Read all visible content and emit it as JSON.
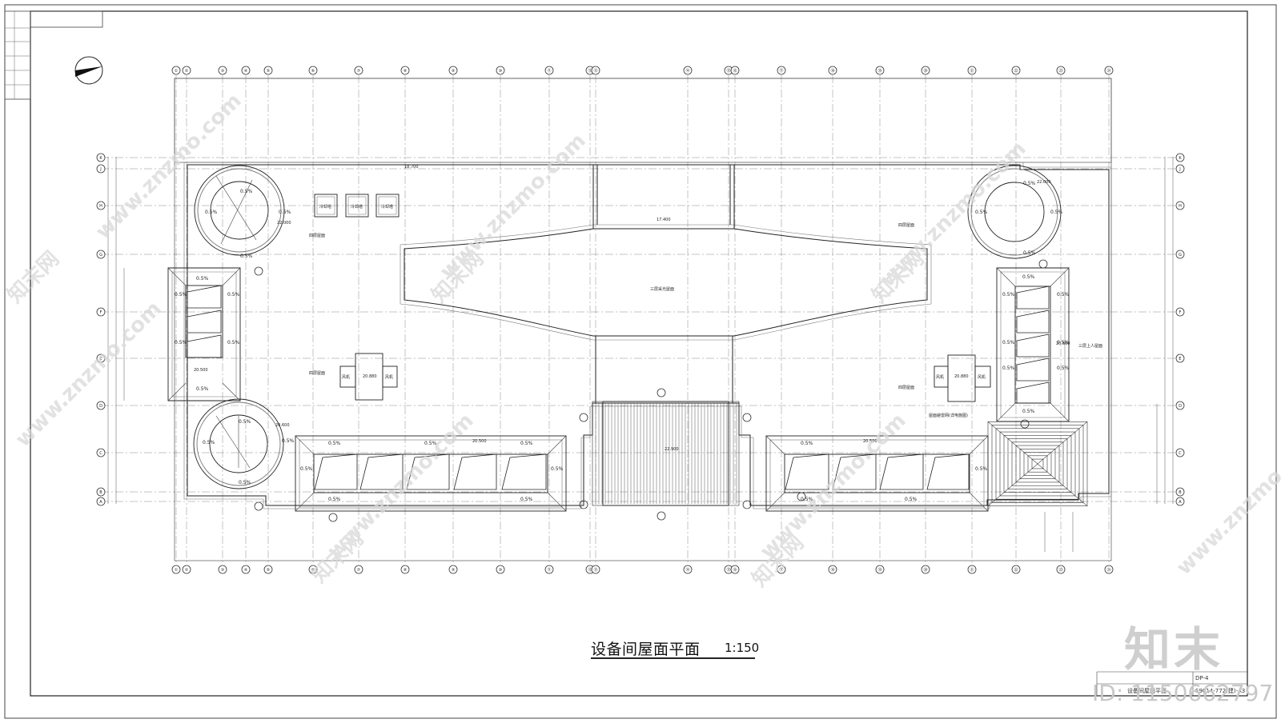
{
  "drawing": {
    "title": "设备间屋面平面",
    "scale": "1:150"
  },
  "watermark": {
    "logo": "知末",
    "id_text": "ID: 1150662797",
    "site": "www.znzmo.com",
    "brand_cn": "知末网"
  },
  "grid_axes": {
    "columns": [
      "①",
      "②",
      "③",
      "④",
      "⑤",
      "⑥",
      "⑦",
      "⑧",
      "⑨",
      "⑩",
      "⑪",
      "⑫",
      "⑬",
      "⑭",
      "⑮",
      "⑯",
      "⑰",
      "⑱",
      "⑲",
      "⑳",
      "㉑",
      "㉒",
      "㉓",
      "㉔",
      "㉕",
      "㉖",
      "㉗",
      "㉘"
    ],
    "rows": [
      "K",
      "J",
      "H",
      "G",
      "F",
      "E",
      "D",
      "C",
      "B",
      "A"
    ]
  },
  "labels": {
    "cooling_tower": "冷却塔",
    "fan": "风机",
    "slope": "0.5%",
    "roof_4f": "四层屋面",
    "skylight_3f": "三层采光屋面",
    "roof_3f_access": "三层上人屋面",
    "note_lightning": "屋面避雷网(详电施图)",
    "elev_18700": "18.700",
    "elev_17400": "17.400",
    "elev_20500": "20.500",
    "elev_22000": "22.000",
    "elev_20880": "20.880",
    "elev_22900": "22.900",
    "elev_20600": "20.600"
  },
  "title_block": {
    "sheet_no": "S9014-772(建)-A3",
    "sheet_name": "设备间屋面平面",
    "code": "DP-4"
  }
}
